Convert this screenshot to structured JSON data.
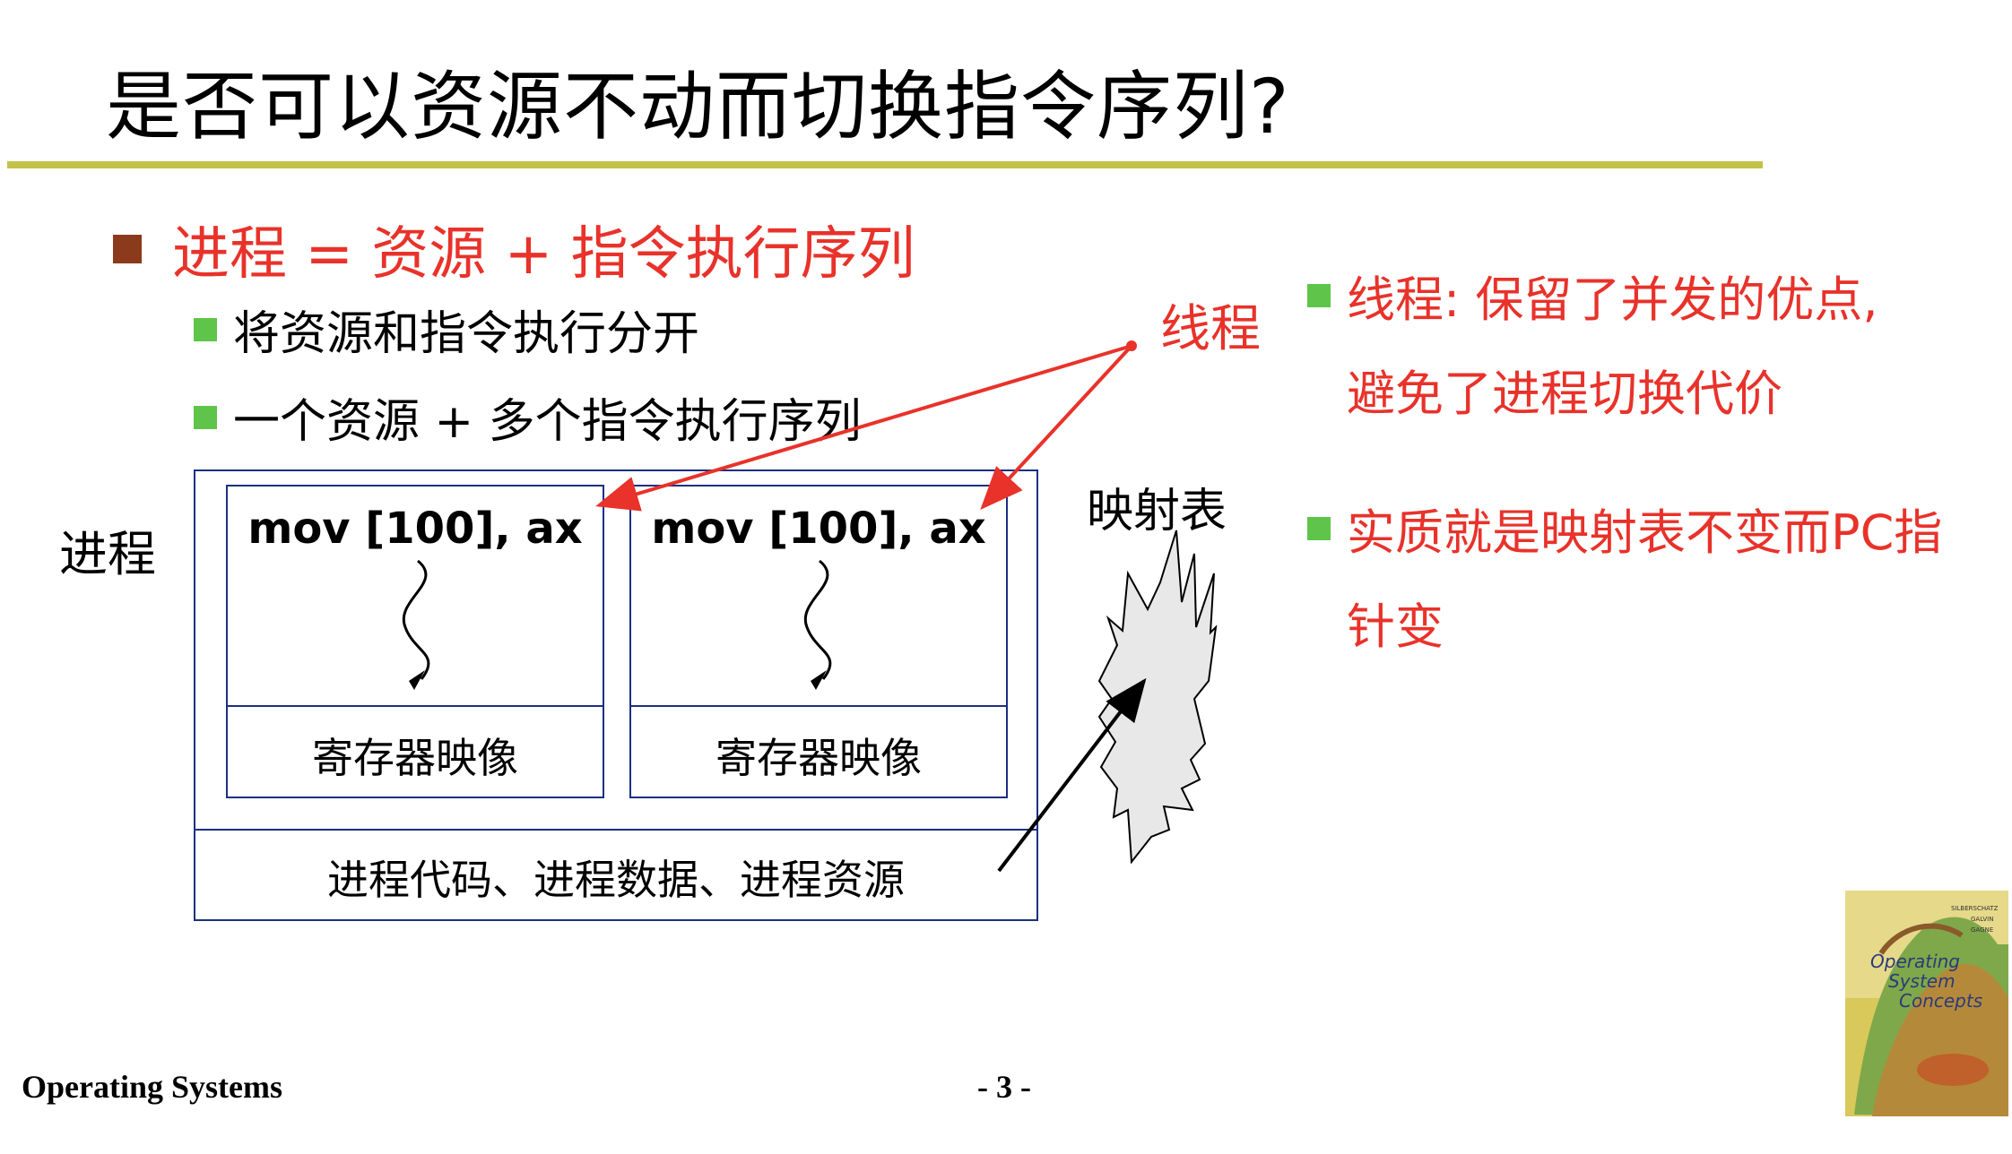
{
  "slide": {
    "title": "是否可以资源不动而切换指令序列?",
    "bullet_main": "进程 = 资源 + 指令执行序列",
    "sub_bullets": [
      "将资源和指令执行分开",
      "一个资源 + 多个指令执行序列"
    ],
    "right_bullets": [
      {
        "line1": "线程: 保留了并发的优点,",
        "line2": "避免了进程切换代价"
      },
      {
        "line1": "实质就是映射表不变而PC指",
        "line2": "针变"
      }
    ],
    "footer_left": "Operating Systems",
    "page_number": "- 3 -"
  },
  "diagram": {
    "process_label": "进程",
    "thread_label": "线程",
    "map_label": "映射表",
    "threads": [
      {
        "instruction": "mov [100], ax",
        "register_image": "寄存器映像"
      },
      {
        "instruction": "mov [100], ax",
        "register_image": "寄存器映像"
      }
    ],
    "shared_resources": "进程代码、进程数据、进程资源"
  },
  "book_cover": {
    "title_lines": [
      "Operating",
      "System",
      "Concepts"
    ],
    "authors": [
      "SILBERSCHATZ",
      "GALVIN",
      "GAGNE"
    ]
  },
  "colors": {
    "accent_red": "#e8322a",
    "rule": "#c2c248",
    "box_border": "#1c2f80",
    "bullet_green": "#5ec54a",
    "bullet_brown": "#8b3a1c"
  }
}
